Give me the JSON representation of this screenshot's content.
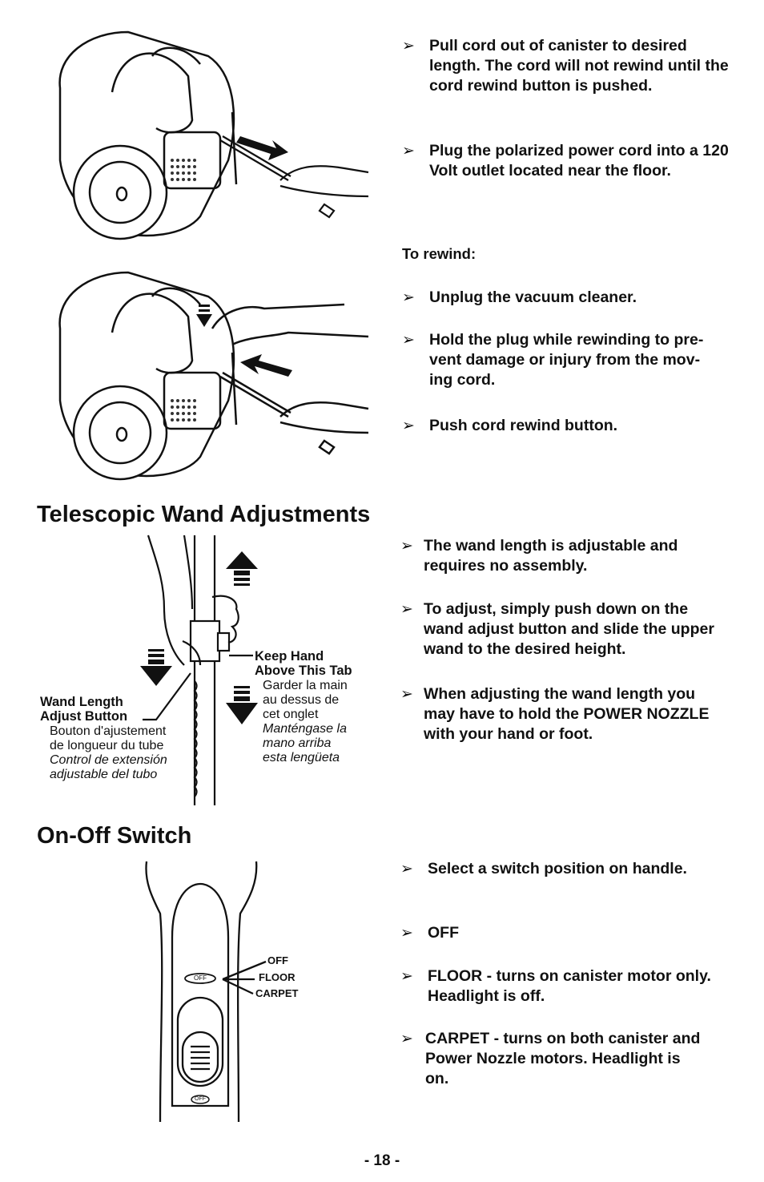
{
  "cord": {
    "bullets": [
      "Pull cord out of canister to desired length. The cord will not rewind until the cord rewind button is pushed.",
      "Plug the polarized power cord into a 120 Volt outlet located near the floor."
    ],
    "rewind_heading": "To rewind:",
    "rewind_bullets": [
      "Unplug the vacuum cleaner.",
      "Hold the plug while rewinding to pre-vent damage or injury from the mov-ing cord.",
      "Push cord rewind button."
    ]
  },
  "wand": {
    "title": "Telescopic Wand Adjustments",
    "bullets": [
      "The wand length is adjustable and requires no assembly.",
      "To adjust, simply push down on the wand adjust button and slide the upper wand to the desired height.",
      "When adjusting the wand length you may have to hold the POWER NOZZLE with your hand or foot."
    ],
    "keep_hand": {
      "en_1": "Keep Hand",
      "en_2": "Above This Tab",
      "fr_1": "Garder la main",
      "fr_2": "au dessus de",
      "fr_3": "cet onglet",
      "es_1": "Manténgase la",
      "es_2": "mano arriba",
      "es_3": "esta lengüeta"
    },
    "adjust_button": {
      "en_1": "Wand Length",
      "en_2": "Adjust Button",
      "fr_1": "Bouton d'ajustement",
      "fr_2": "de longueur du tube",
      "es_1": "Control de extensión",
      "es_2": "adjustable del tubo"
    }
  },
  "switch": {
    "title": "On-Off Switch",
    "bullets": [
      "Select a switch position on handle.",
      "OFF",
      "FLOOR -  turns on canister motor only.  Headlight is off.",
      "CARPET - turns on  both canister and Power Nozzle motors. Headlight is on."
    ],
    "positions": [
      "OFF",
      "FLOOR",
      "CARPET"
    ],
    "switch_label": "OFF",
    "bottom_label": "OFF"
  },
  "footer": {
    "page_number": "- 18 -"
  },
  "icons": {
    "bullet": "arrowhead-bullet-icon"
  }
}
